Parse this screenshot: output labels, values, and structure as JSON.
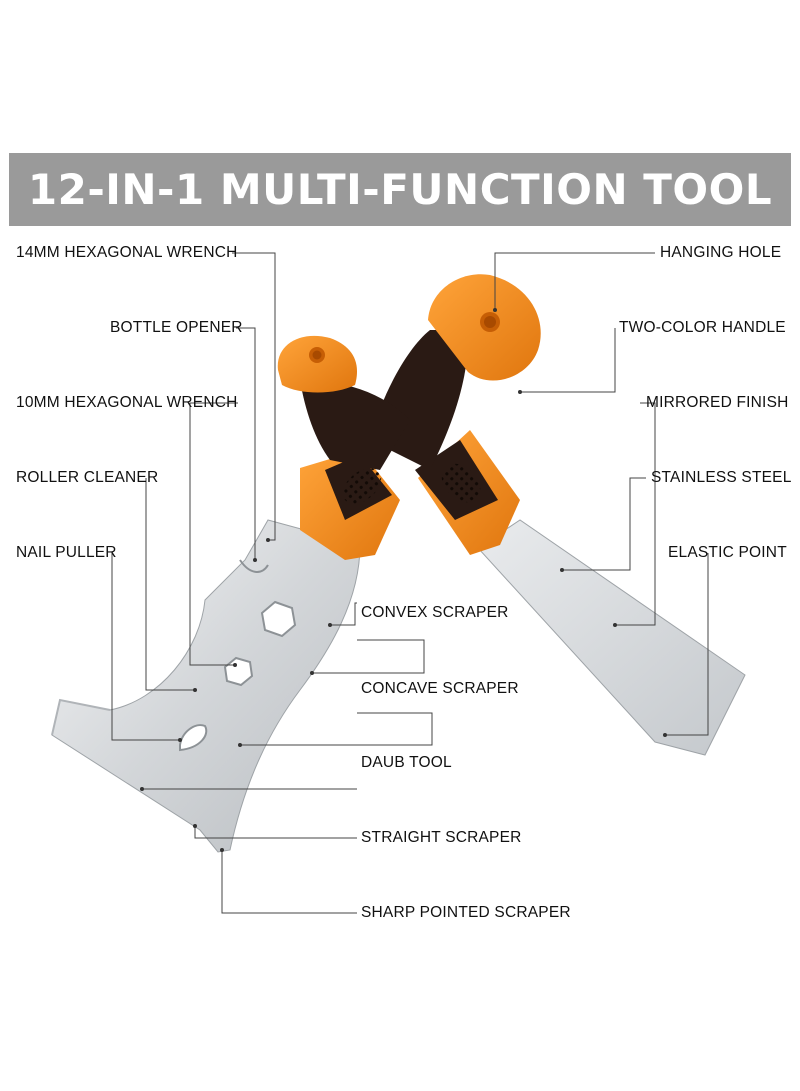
{
  "banner": {
    "title": "12-IN-1 MULTI-FUNCTION TOOL"
  },
  "labels": {
    "hex14": "14MM HEXAGONAL WRENCH",
    "bottle_opener": "BOTTLE OPENER",
    "hex10": "10MM HEXAGONAL WRENCH",
    "roller_cleaner": "ROLLER CLEANER",
    "nail_puller": "NAIL PULLER",
    "hanging_hole": "HANGING HOLE",
    "two_color_handle": "TWO-COLOR HANDLE",
    "mirrored_finish": "MIRRORED FINISH",
    "stainless_steel": "STAINLESS STEEL",
    "elastic_point": "ELASTIC POINT",
    "convex_scraper": "CONVEX SCRAPER",
    "concave_scraper": "CONCAVE SCRAPER",
    "daub_tool": "DAUB TOOL",
    "straight_scraper": "STRAIGHT SCRAPER",
    "sharp_pointed_scraper": "SHARP POINTED SCRAPER"
  },
  "colors": {
    "banner": "#9a9a9a",
    "handle_orange": "#f08a1c",
    "handle_dark": "#2a1a14",
    "steel": "#d8dadc"
  }
}
